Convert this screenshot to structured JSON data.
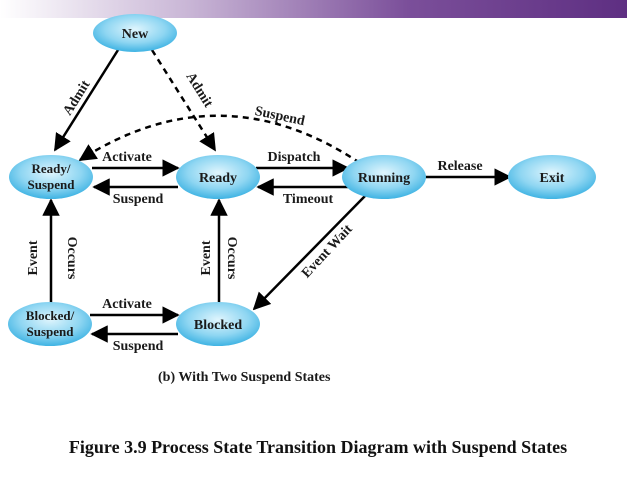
{
  "nodes": {
    "new": "New",
    "ready_suspend_l1": "Ready/",
    "ready_suspend_l2": "Suspend",
    "ready": "Ready",
    "running": "Running",
    "exit": "Exit",
    "blocked_suspend_l1": "Blocked/",
    "blocked_suspend_l2": "Suspend",
    "blocked": "Blocked"
  },
  "edges": {
    "admit_left": "Admit",
    "admit_right": "Admit",
    "suspend_arc": "Suspend",
    "activate_top": "Activate",
    "suspend_top": "Suspend",
    "dispatch": "Dispatch",
    "timeout": "Timeout",
    "release": "Release",
    "event_wait": "Event Wait",
    "event_occurs_left_1": "Event",
    "event_occurs_left_2": "Occurs",
    "event_occurs_mid_1": "Event",
    "event_occurs_mid_2": "Occurs",
    "activate_bottom": "Activate",
    "suspend_bottom": "Suspend"
  },
  "subcaption": "(b) With Two Suspend States",
  "caption": "Figure 3.9  Process State Transition Diagram with Suspend States"
}
